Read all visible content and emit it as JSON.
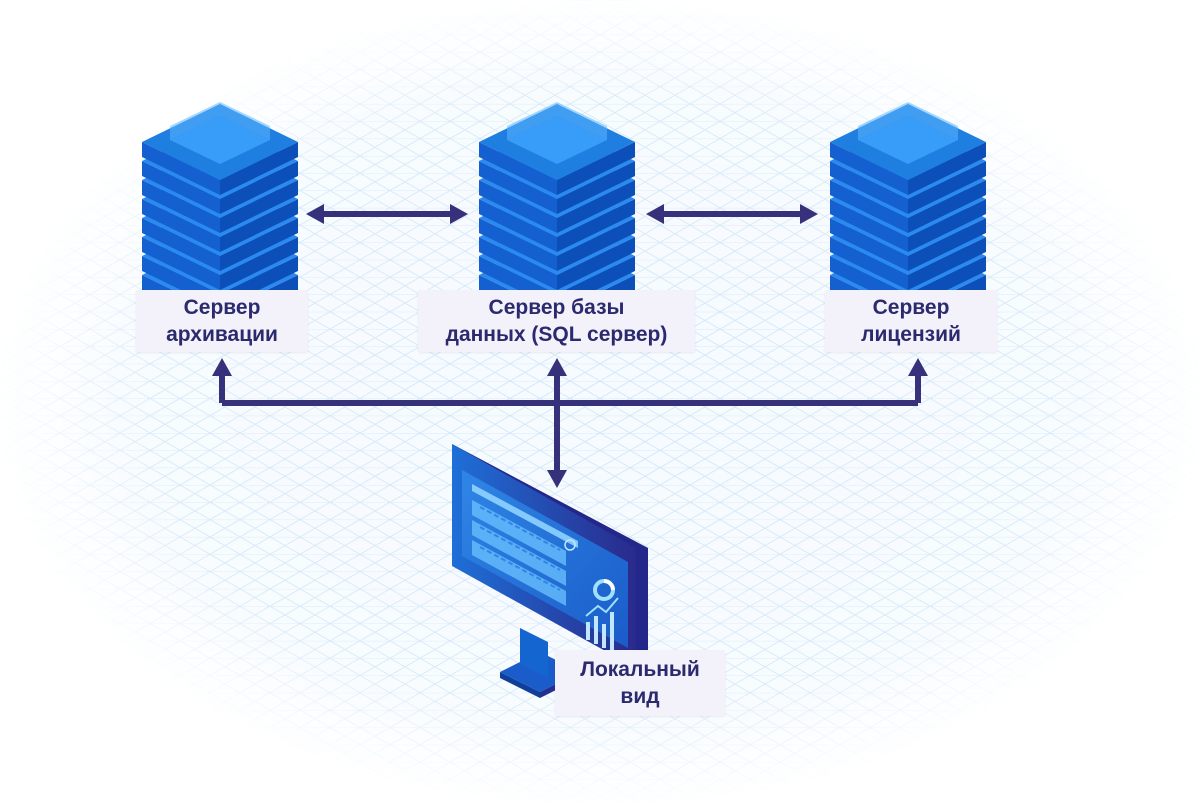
{
  "colors": {
    "arrow": "#36317a",
    "label_text": "#2b2a6e",
    "label_bg": "#f3f1fa",
    "server_top": "#1f7fe0",
    "server_side": "#0d4fb8",
    "grid": "#cfe4f6"
  },
  "nodes": {
    "archive_server": {
      "line1": "Сервер",
      "line2": "архивации",
      "icon": "server-stack-icon"
    },
    "database_server": {
      "line1": "Сервер базы",
      "line2": "данных (SQL сервер)",
      "icon": "server-stack-icon"
    },
    "license_server": {
      "line1": "Сервер",
      "line2": "лицензий",
      "icon": "server-stack-icon"
    },
    "local_view": {
      "line1": "Локальный",
      "line2": "вид",
      "icon": "monitor-dashboard-icon"
    }
  }
}
